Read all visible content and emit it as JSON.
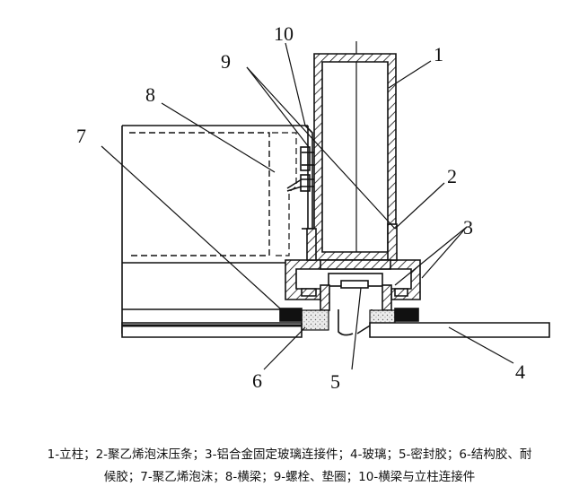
{
  "figure": {
    "callouts": {
      "c1": "1",
      "c2": "2",
      "c3": "3",
      "c4": "4",
      "c5": "5",
      "c6": "6",
      "c7": "7",
      "c8": "8",
      "c9": "9",
      "c10": "10"
    },
    "caption_line1": "1-立柱；2-聚乙烯泡沫压条；3-铝合金固定玻璃连接件；4-玻璃；5-密封胶；6-结构胶、耐",
    "caption_line2": "候胶；7-聚乙烯泡沫；8-横梁；9-螺栓、垫圈；10-横梁与立柱连接件"
  },
  "colors": {
    "ink": "#111111",
    "sealant_fill": "#e6e6e6",
    "background": "#ffffff"
  }
}
